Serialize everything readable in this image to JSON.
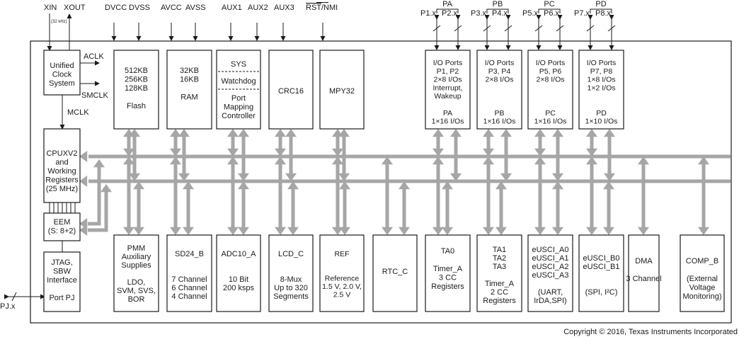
{
  "signals": {
    "xin": "XIN",
    "xout": "XOUT",
    "xtal": "(32 kHz)",
    "dvcc": "DVCC",
    "dvss": "DVSS",
    "avcc": "AVCC",
    "avss": "AVSS",
    "aux1": "AUX1",
    "aux2": "AUX2",
    "aux3": "AUX3",
    "rst": "RST",
    "nmi": "/NMI",
    "aclk": "ACLK",
    "smclk": "SMCLK",
    "mclk": "MCLK",
    "pjx": "PJ.x"
  },
  "ports_top": {
    "pa": {
      "name": "PA",
      "p1": "P1.x",
      "p2": "P2.x"
    },
    "pb": {
      "name": "PB",
      "p1": "P3.x",
      "p2": "P4.x"
    },
    "pc": {
      "name": "PC",
      "p1": "P5.x",
      "p2": "P6.x"
    },
    "pd": {
      "name": "PD",
      "p1": "P7.x",
      "p2": "P8.x"
    }
  },
  "blocks": {
    "ucs": [
      "Unified",
      "Clock",
      "System"
    ],
    "flash": [
      "512KB",
      "256KB",
      "128KB",
      "",
      "Flash"
    ],
    "ram": [
      "32KB",
      "16KB",
      "",
      "RAM"
    ],
    "sys": "SYS",
    "watchdog": "Watchdog",
    "pmap": [
      "Port",
      "Mapping",
      "Controller"
    ],
    "crc16": "CRC16",
    "mpy32": "MPY32",
    "io_pa": [
      "I/O Ports",
      "P1, P2",
      "2×8 I/Os",
      "Interrupt,",
      "Wakeup",
      "",
      "PA",
      "1×16 I/Os"
    ],
    "io_pb": [
      "I/O Ports",
      "P3, P4",
      "2×8 I/Os",
      "",
      "",
      "",
      "PB",
      "1×16 I/Os"
    ],
    "io_pc": [
      "I/O Ports",
      "P5, P6",
      "2×8 I/Os",
      "",
      "",
      "",
      "PC",
      "1×16 I/Os"
    ],
    "io_pd": [
      "I/O Ports",
      "P7, P8",
      "1×8 I/Os",
      "1×2 I/Os",
      "",
      "",
      "PD",
      "1×10 I/Os"
    ],
    "cpu": [
      "CPUXV2",
      "and",
      "Working",
      "Registers",
      "(25 MHz)"
    ],
    "eem": [
      "EEM",
      "(S: 8+2)"
    ],
    "jtag": [
      "JTAG,",
      "SBW",
      "Interface",
      "",
      "Port PJ"
    ],
    "pmm": [
      "PMM",
      "Auxiliary",
      "Supplies",
      "",
      "LDO,",
      "SVM, SVS,",
      "BOR"
    ],
    "sd24": [
      "SD24_B",
      "",
      "",
      "7 Channel",
      "6 Channel",
      "4 Channel"
    ],
    "adc10": [
      "ADC10_A",
      "",
      "",
      "10 Bit",
      "200 ksps"
    ],
    "lcd": [
      "LCD_C",
      "",
      "",
      "8-Mux",
      "Up to 320",
      "Segments"
    ],
    "ref": [
      "REF",
      "",
      "",
      "Reference",
      "1.5 V, 2.0 V,",
      "2.5 V"
    ],
    "rtc": "RTC_C",
    "ta0": [
      "TA0",
      "",
      "Timer_A",
      "3 CC",
      "Registers"
    ],
    "ta123": [
      "TA1",
      "TA2",
      "TA3",
      "",
      "Timer_A",
      "2 CC",
      "Registers"
    ],
    "eusci_a": [
      "eUSCI_A0",
      "eUSCI_A1",
      "eUSCI_A2",
      "eUSCI_A3",
      "",
      "(UART,",
      "IrDA,SPI)"
    ],
    "eusci_b": [
      "eUSCI_B0",
      "eUSCI_B1",
      "",
      "",
      "(SPI, I²C)"
    ],
    "dma": [
      "DMA",
      "",
      "3 Channel"
    ],
    "comp": [
      "COMP_B",
      "",
      "(External",
      "Voltage",
      "Monitoring)"
    ]
  },
  "copyright": "Copyright © 2016, Texas Instruments Incorporated"
}
